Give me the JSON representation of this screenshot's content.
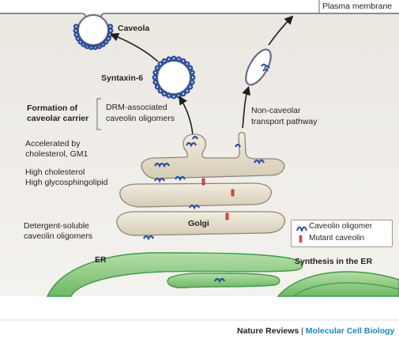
{
  "labels": {
    "plasma_membrane": "Plasma membrane",
    "caveola": "Caveola",
    "syntaxin6": "Syntaxin-6",
    "formation_line1": "Formation of",
    "formation_line2": "caveolar carrier",
    "drm_line1": "DRM-associated",
    "drm_line2": "caveolin oligomers",
    "noncaveolar_line1": "Non-caveolar",
    "noncaveolar_line2": "transport pathway",
    "accelerated_line1": "Accelerated by",
    "accelerated_line2": "cholesterol, GM1",
    "high_chol_line1": "High cholesterol",
    "high_chol_line2": "High glycosphingolipid",
    "detergent_line1": "Detergent-soluble",
    "detergent_line2": "caveolin oligomers",
    "golgi": "Golgi",
    "er": "ER",
    "synthesis": "Synthesis in the ER"
  },
  "legend": {
    "caveolin_oligomer": "Caveolin oligomer",
    "mutant_caveolin": "Mutant caveolin"
  },
  "footer": {
    "journal": "Nature Reviews",
    "separator": "|",
    "subtitle": "Molecular Cell Biology"
  },
  "colors": {
    "membrane_bg": "#e8e5de",
    "golgi_fill": "#e4dccb",
    "er_fill": "#96cf8a",
    "er_dark": "#3f9a45",
    "caveolin_blue": "#2c4f9c",
    "mutant_red": "#d9534f",
    "journal_accent": "#1a8ab4"
  }
}
